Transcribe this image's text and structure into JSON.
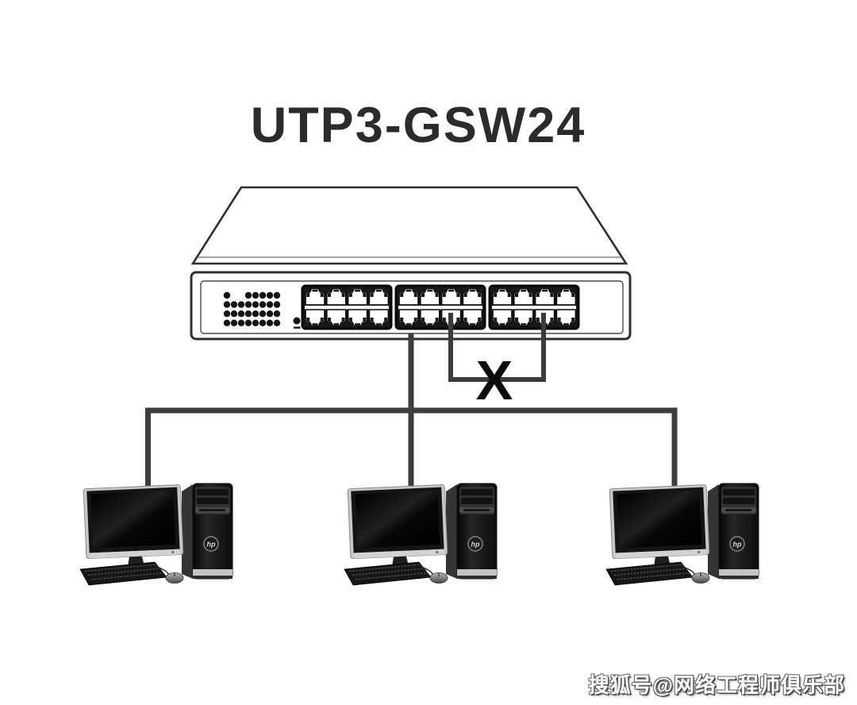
{
  "title": {
    "text": "UTP3-GSW24",
    "color": "#2b2b2b"
  },
  "switch": {
    "icon": "ethernet-switch-icon",
    "port_groups": 3,
    "ports_per_group": 8,
    "total_ports": 24,
    "led_pattern": [
      "1..11111",
      "11111111",
      "11111111",
      "11111111"
    ],
    "outline_color": "#2f2f2f",
    "port_group_fill": "#181818",
    "port_face_color": "#ffffff",
    "led_color": "#141414"
  },
  "loop": {
    "blocked_mark": "X",
    "mark_color": "#0b0b0b",
    "cable_color": "#3b3b3b",
    "meaning": "loop between two switch ports marked as blocked"
  },
  "network": {
    "cable_color": "#3d3d3d",
    "computers": [
      {
        "id": "pc-left",
        "icon": "desktop-computer-icon"
      },
      {
        "id": "pc-center",
        "icon": "desktop-computer-icon"
      },
      {
        "id": "pc-right",
        "icon": "desktop-computer-icon"
      }
    ]
  },
  "watermark": {
    "text": "搜狐号@网络工程师俱乐部",
    "fill": "#ffffff",
    "outline": "#4a4a4a"
  }
}
